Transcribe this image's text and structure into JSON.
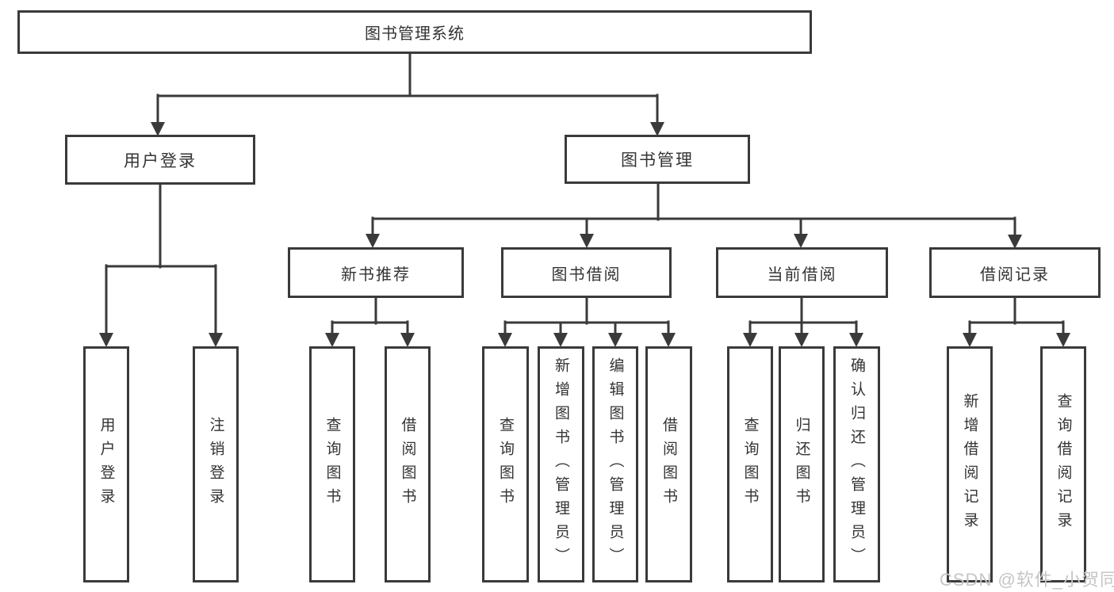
{
  "diagram": {
    "root": {
      "label": "图书管理系统"
    },
    "branches": [
      {
        "label": "用户登录",
        "leaves": [
          "用户登录",
          "注销登录"
        ]
      },
      {
        "label": "图书管理",
        "groups": [
          {
            "label": "新书推荐",
            "leaves": [
              "查询图书",
              "借阅图书"
            ]
          },
          {
            "label": "图书借阅",
            "leaves": [
              "查询图书",
              "新增图书（管理员）",
              "编辑图书（管理员）",
              "借阅图书"
            ]
          },
          {
            "label": "当前借阅",
            "leaves": [
              "查询图书",
              "归还图书",
              "确认归还（管理员）"
            ]
          },
          {
            "label": "借阅记录",
            "leaves": [
              "新增借阅记录",
              "查询借阅记录"
            ]
          }
        ]
      }
    ]
  },
  "watermark": {
    "text": "CSDN @软件_小贺同学"
  },
  "colors": {
    "line": "#3a3a3a",
    "text": "#333333",
    "watermark": "#c5c5c5",
    "background": "#ffffff"
  }
}
